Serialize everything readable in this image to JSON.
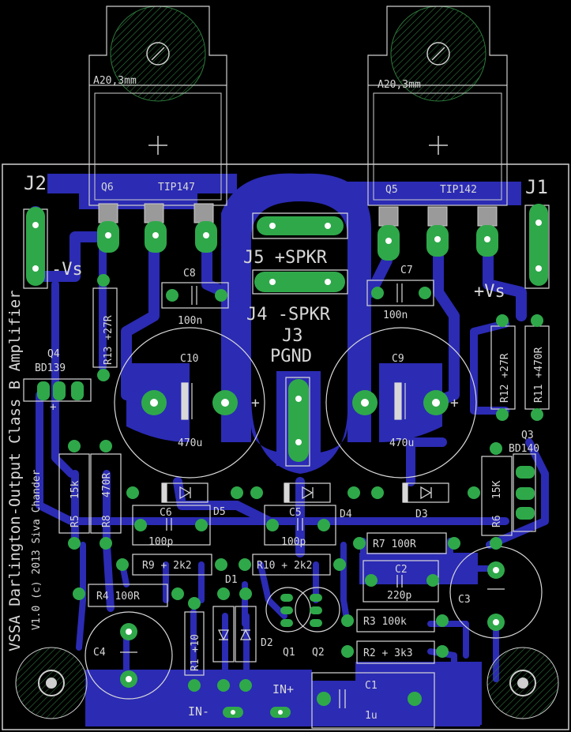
{
  "board": {
    "side_text": "VSSA Darlington-Output Class B Amplifier",
    "copyright": "V1.0 (c) 2013 Siva Chander"
  },
  "heatsinks": [
    {
      "label": "A20,3mm"
    },
    {
      "label": "A20,3mm"
    }
  ],
  "connectors": {
    "j1": "J1",
    "j2": "J2",
    "j3": "J3",
    "j3_sub": "PGND",
    "j4": "J4 -SPKR",
    "j5": "J5 +SPKR",
    "minus_vs": "-Vs",
    "plus_vs": "+Vs",
    "in_minus": "IN-",
    "in_plus": "IN+"
  },
  "components": {
    "q6": "Q6",
    "q6_part": "TIP147",
    "q5": "Q5",
    "q5_part": "TIP142",
    "q4": "Q4",
    "q4_part": "BD139",
    "q3": "Q3",
    "q3_part": "BD140",
    "q1": "Q1",
    "q2": "Q2",
    "c8": "C8",
    "c8_val": "100n",
    "c7": "C7",
    "c7_val": "100n",
    "c10": "C10",
    "c10_val": "470u",
    "c9": "C9",
    "c9_val": "470u",
    "c6": "C6",
    "c6_val": "100p",
    "c5": "C5",
    "c5_val": "100p",
    "c4": "C4",
    "c3": "C3",
    "c2": "C2",
    "c2_val": "220p",
    "c1": "C1",
    "c1_val": "1u",
    "r13": "R13",
    "r13_val": "27R",
    "r12": "R12",
    "r12_val": "27R",
    "r11": "R11",
    "r11_val": "470R",
    "r5": "R5",
    "r5_val": "15k",
    "r8": "R8",
    "r8_val": "470R",
    "r6": "R6",
    "r6_val": "15K",
    "r7": "R7",
    "r7_val": "100R",
    "r9": "R9",
    "r9_val": "2k2",
    "r10": "R10",
    "r10_val": "2k2",
    "r4": "R4",
    "r4_val": "100R",
    "r3": "R3",
    "r3_val": "100k",
    "r2": "R2",
    "r2_val": "3k3",
    "r1": "R1",
    "r1_val": "10",
    "d1": "D1",
    "d2": "D2",
    "d3": "D3",
    "d4": "D4",
    "d5": "D5"
  },
  "colors": {
    "background": "#000000",
    "copper": "#2b2bb4",
    "pad": "#2fa84a",
    "silk": "#d8d8d8",
    "heatsink_fill": "#1c5a2a"
  }
}
